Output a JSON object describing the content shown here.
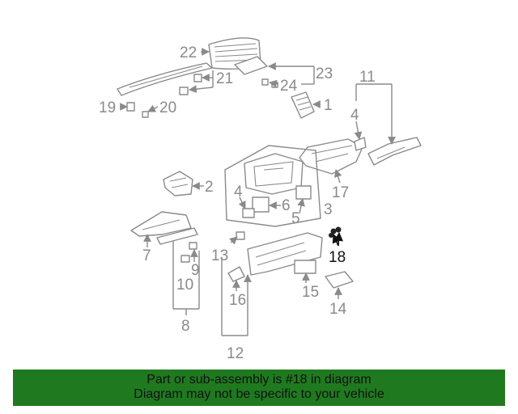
{
  "callouts": {
    "n1": "1",
    "n2": "2",
    "n3": "3",
    "n4a": "4",
    "n4b": "4",
    "n5": "5",
    "n6": "6",
    "n7": "7",
    "n8": "8",
    "n9": "9",
    "n10": "10",
    "n11": "11",
    "n12": "12",
    "n13": "13",
    "n14": "14",
    "n15": "15",
    "n16": "16",
    "n17": "17",
    "n18": "18",
    "n19": "19",
    "n20": "20",
    "n21": "21",
    "n22": "22",
    "n23": "23",
    "n24": "24"
  },
  "highlighted_part": "18",
  "colors": {
    "line": "#8a8a8a",
    "highlight": "#111111",
    "banner": "#1f7a1f"
  },
  "banner": {
    "line1": "Part or sub-assembly is #18 in diagram",
    "line2": "Diagram may not be specific to your vehicle"
  }
}
